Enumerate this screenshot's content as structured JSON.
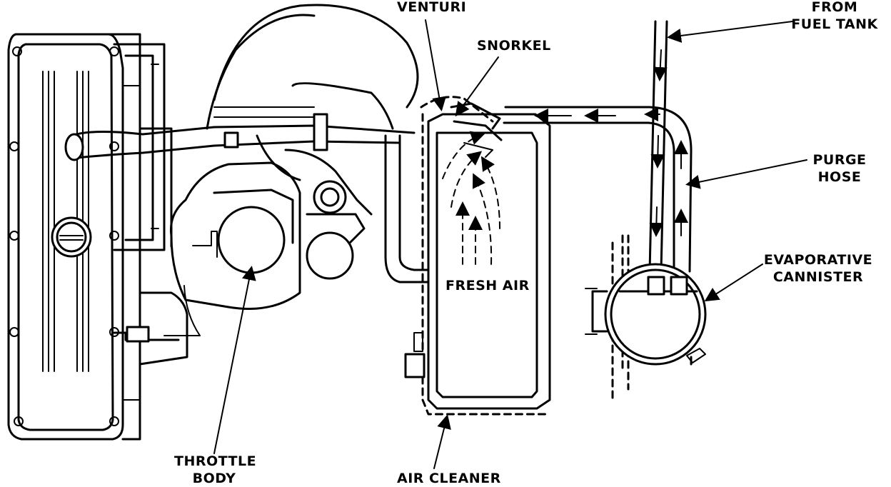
{
  "labels": {
    "venturi": "VENTURI",
    "snorkel": "SNORKEL",
    "from_fuel_tank_1": "FROM",
    "from_fuel_tank_2": "FUEL TANK",
    "purge_hose_1": "PURGE",
    "purge_hose_2": "HOSE",
    "fresh_air": "FRESH AIR",
    "evaporative_cannister_1": "EVAPORATIVE",
    "evaporative_cannister_2": "CANNISTER",
    "throttle_body_1": "THROTTLE",
    "throttle_body_2": "BODY",
    "air_cleaner": "AIR CLEANER"
  }
}
